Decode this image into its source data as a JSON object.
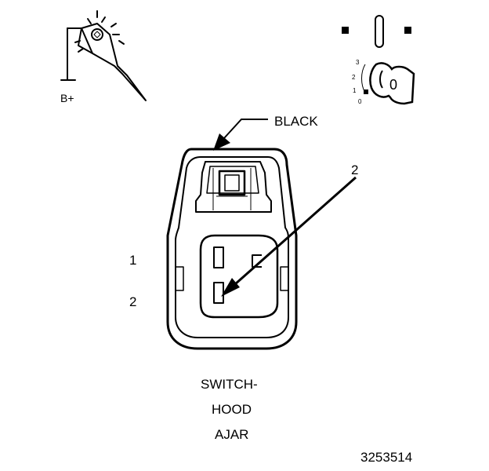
{
  "probe": {
    "supply_label": "B+"
  },
  "ignition": {
    "positions": [
      "3",
      "2",
      "1",
      "0"
    ],
    "key_mark": "0"
  },
  "connector": {
    "color_label": "BLACK",
    "callout_pin": "2",
    "pins": [
      "1",
      "2"
    ]
  },
  "component": {
    "lines": [
      "SWITCH-",
      "HOOD",
      "AJAR"
    ]
  },
  "figure_id": "3253514",
  "colors": {
    "ink": "#000000",
    "paper": "#ffffff"
  }
}
